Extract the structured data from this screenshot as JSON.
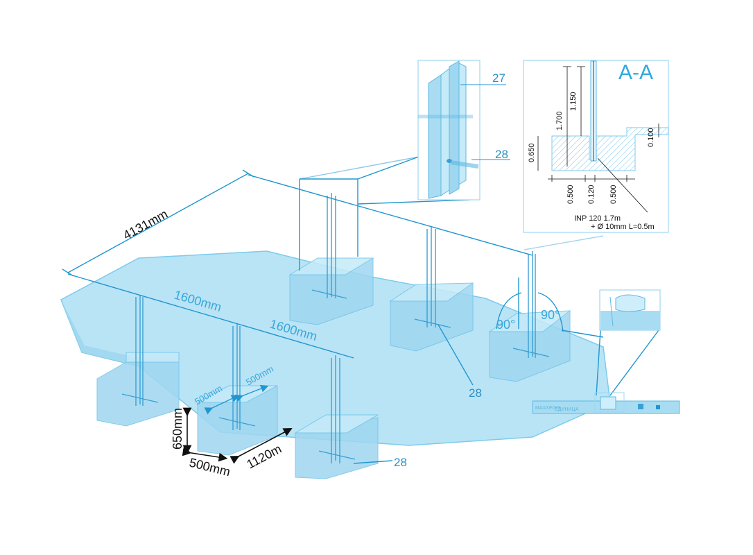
{
  "diagram": {
    "overall_length": "4131mm",
    "spacing_1": "1600mm",
    "spacing_2": "1600mm",
    "footing_w1": "500mm",
    "footing_w2": "500mm",
    "footing_height": "650mm",
    "footing_bottom_width": "500mm",
    "footing_length": "1120m",
    "angle_left": "90°",
    "angle_right": "90°",
    "callout_28_a": "28",
    "callout_28_b": "28",
    "detail_label_27": "27",
    "detail_label_28": "28",
    "level_brand": "MAXXEGIS",
    "level_tag": "ЕДИНИЦА"
  },
  "section": {
    "title": "A-A",
    "v1": "1.700",
    "v2": "1.150",
    "v3": "0.650",
    "v4": "0.100",
    "h1": "0.500",
    "h2": "0.120",
    "h3": "0.500",
    "spec_line1": "INP 120 1.7m",
    "spec_line2": "+ Ø 10mm L=0.5m"
  },
  "colors": {
    "slab": "#a8dcf2",
    "edge": "#2ea0d6",
    "dim_line": "#2196d0"
  }
}
